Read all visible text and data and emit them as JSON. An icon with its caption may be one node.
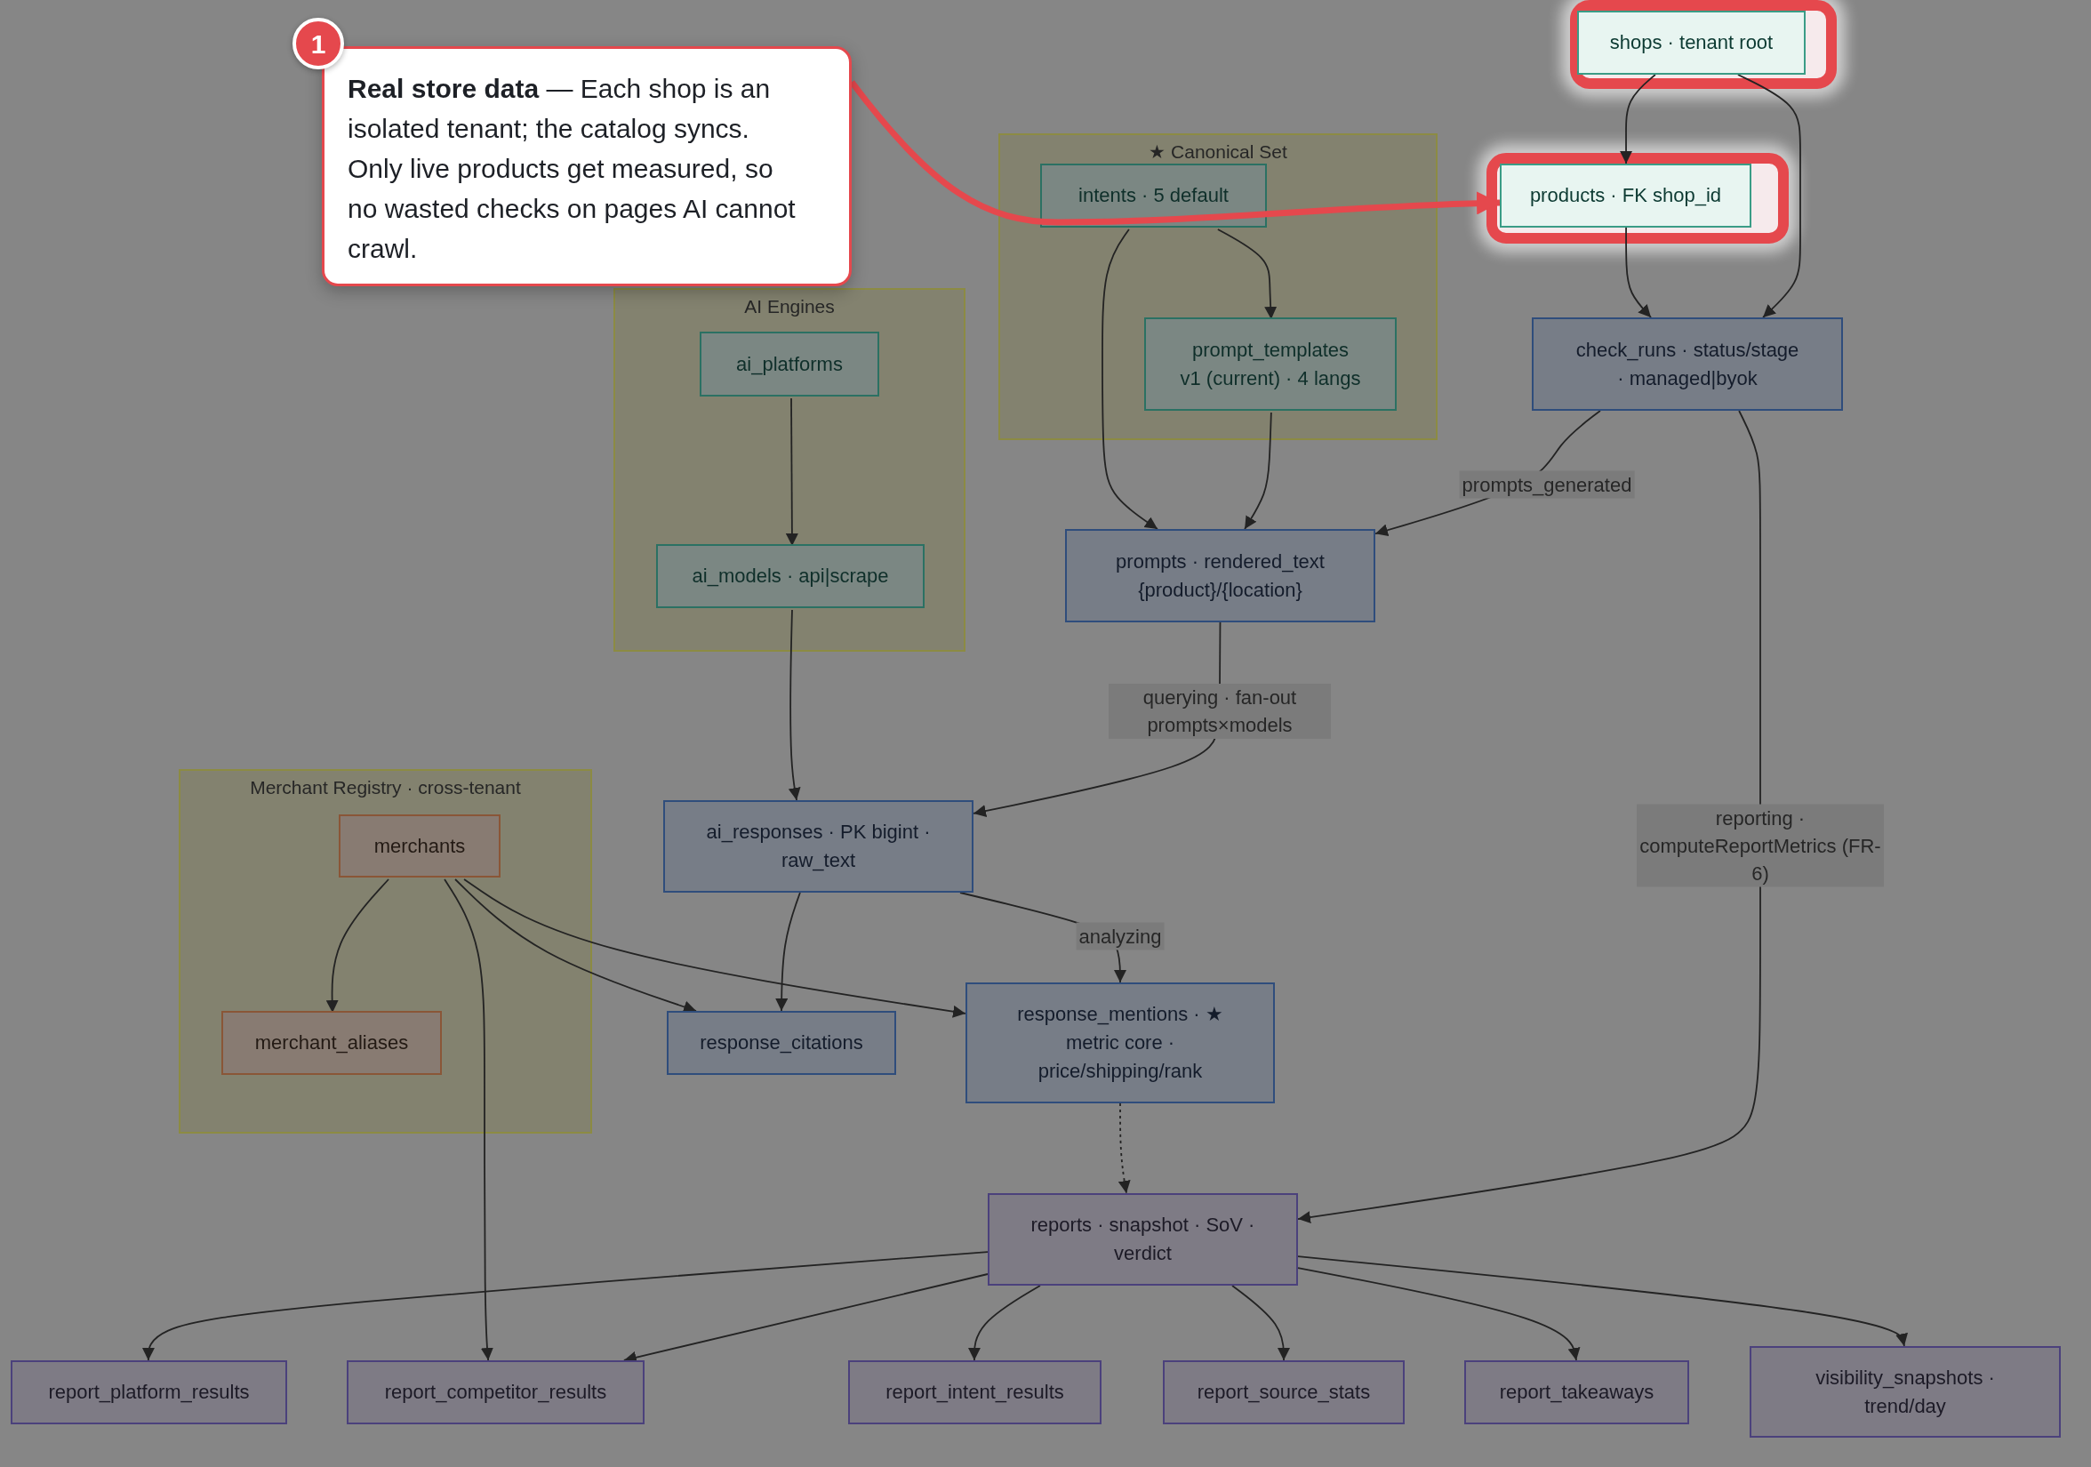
{
  "diagram": {
    "nodes": [
      {
        "text": [
          "shops · tenant root"
        ]
      },
      {
        "text": [
          "**Real store data** — Each shop is an isolated tenant; the catalog syncs. Only live products get measured, so no wasted checks on pages AI cannot crawl."
        ],
        "beside": [
          "1"
        ]
      },
      {
        "text": [
          "★ Canonical Set"
        ]
      },
      {
        "text": [
          "intents · 5 default"
        ],
        "in": 2
      },
      {
        "text": [
          "products · FK shop_id"
        ]
      },
      {
        "text": [
          "prompt_templates",
          "v1 (current) · 4 langs"
        ],
        "in": 2
      },
      {
        "text": [
          "check_runs · status/stage · managed|byok"
        ]
      },
      {
        "text": [
          "AI Engines"
        ]
      },
      {
        "text": [
          "ai_platforms"
        ],
        "in": 7
      },
      {
        "text": [
          "ai_models · api|scrape"
        ],
        "in": 7
      },
      {
        "text": [
          "prompts · rendered_text {product}/{location}"
        ]
      },
      {
        "text": [
          "Merchant Registry · cross-tenant"
        ]
      },
      {
        "text": [
          "merchants"
        ],
        "in": 11
      },
      {
        "text": [
          "merchant_aliases"
        ],
        "in": 11
      },
      {
        "text": [
          "ai_responses · PK bigint · raw_text"
        ]
      },
      {
        "text": [
          "response_citations"
        ]
      },
      {
        "text": [
          "response_mentions · ★ metric core · price/shipping/rank"
        ]
      },
      {
        "text": [
          "reports · snapshot · SoV · verdict"
        ]
      },
      {
        "text": [
          "report_platform_results"
        ]
      },
      {
        "text": [
          "report_competitor_results"
        ]
      },
      {
        "text": [
          "report_intent_results"
        ]
      },
      {
        "text": [
          "report_source_stats"
        ]
      },
      {
        "text": [
          "report_takeaways"
        ]
      },
      {
        "text": [
          "visibility_snapshots · trend/day"
        ]
      }
    ],
    "edges": [
      {
        "from": 0,
        "to": 4,
        "arrow": "to"
      },
      {
        "from": 0,
        "to": 6,
        "arrow": "to"
      },
      {
        "from": 4,
        "to": 6,
        "arrow": "to"
      },
      {
        "from": 3,
        "to": 5,
        "arrow": "to"
      },
      {
        "from": 3,
        "to": 10,
        "arrow": "to"
      },
      {
        "from": 5,
        "to": 10,
        "arrow": "to"
      },
      {
        "from": 6,
        "to": 10,
        "arrow": "to",
        "label": "prompts_generated"
      },
      {
        "from": 8,
        "to": 9,
        "arrow": "to"
      },
      {
        "from": 9,
        "to": 14,
        "arrow": "to"
      },
      {
        "from": 10,
        "to": 14,
        "arrow": "to",
        "label": "querying · fan-out prompts×models"
      },
      {
        "from": 6,
        "to": 17,
        "arrow": "to",
        "label": "reporting · computeReportMetrics (FR-6)"
      },
      {
        "from": 12,
        "to": 13,
        "arrow": "to"
      },
      {
        "from": 12,
        "to": 19,
        "arrow": "to"
      },
      {
        "from": 12,
        "to": 15,
        "arrow": "to"
      },
      {
        "from": 12,
        "to": 16,
        "arrow": "to"
      },
      {
        "from": 14,
        "to": 15,
        "arrow": "to"
      },
      {
        "from": 14,
        "to": 16,
        "arrow": "to",
        "label": "analyzing"
      },
      {
        "from": 16,
        "to": 17,
        "arrow": "to",
        "style": "dashed"
      },
      {
        "from": 17,
        "to": 18,
        "arrow": "to"
      },
      {
        "from": 17,
        "to": 19,
        "arrow": "to"
      },
      {
        "from": 17,
        "to": 20,
        "arrow": "to"
      },
      {
        "from": 17,
        "to": 21,
        "arrow": "to"
      },
      {
        "from": 17,
        "to": 22,
        "arrow": "to"
      },
      {
        "from": 17,
        "to": 23,
        "arrow": "to"
      },
      {
        "from": 1,
        "to": 4,
        "arrow": "to",
        "style": "thick",
        "color": "#e5484d"
      }
    ]
  }
}
